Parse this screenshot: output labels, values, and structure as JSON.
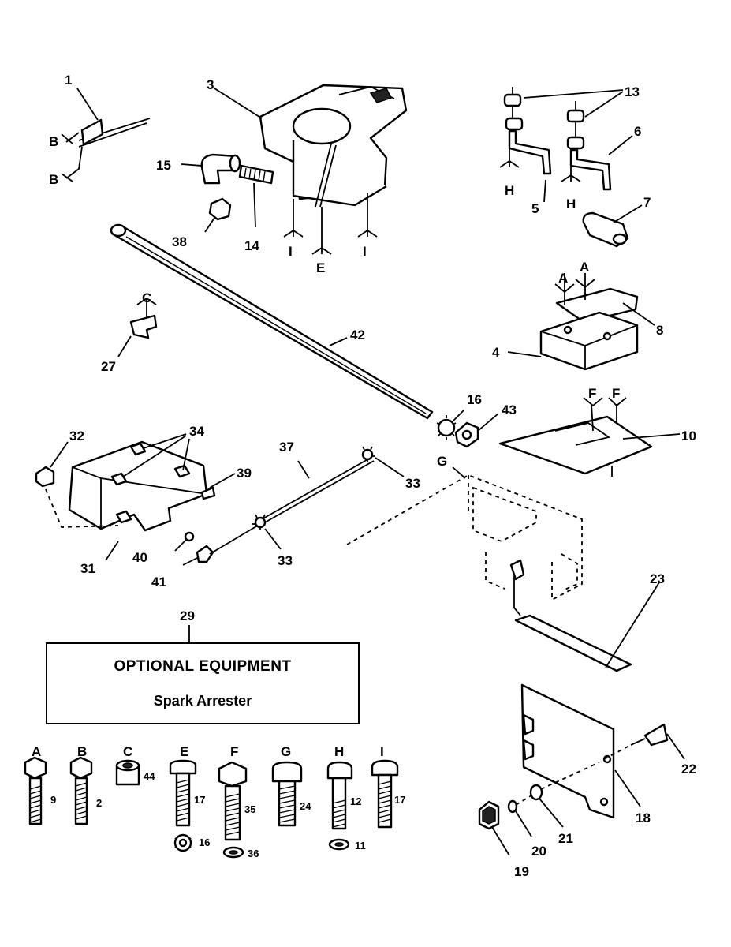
{
  "callouts": {
    "c1": "1",
    "c2": "2",
    "c3": "3",
    "c4": "4",
    "c5": "5",
    "c6": "6",
    "c7": "7",
    "c8": "8",
    "c9": "9",
    "c10": "10",
    "c11": "11",
    "c12": "12",
    "c13": "13",
    "c14": "14",
    "c15": "15",
    "c16a": "16",
    "c16b": "16",
    "c17a": "17",
    "c17b": "17",
    "c18": "18",
    "c19": "19",
    "c20": "20",
    "c21": "21",
    "c22": "22",
    "c23": "23",
    "c24": "24",
    "c27": "27",
    "c29": "29",
    "c31": "31",
    "c32": "32",
    "c33a": "33",
    "c33b": "33",
    "c34": "34",
    "c35": "35",
    "c36": "36",
    "c37": "37",
    "c38": "38",
    "c39": "39",
    "c40": "40",
    "c41": "41",
    "c42": "42",
    "c43": "43",
    "c44": "44"
  },
  "letters": {
    "B1": "B",
    "B2": "B",
    "I1": "I",
    "E1": "E",
    "I2": "I",
    "H1": "H",
    "H2": "H",
    "A1": "A",
    "A2": "A",
    "C1": "C",
    "F1": "F",
    "F2": "F",
    "G1": "G"
  },
  "fastener_keys": [
    "A",
    "B",
    "C",
    "E",
    "F",
    "G",
    "H",
    "I"
  ],
  "optional_equipment": {
    "title": "OPTIONAL EQUIPMENT",
    "subtitle": "Spark Arrester"
  }
}
